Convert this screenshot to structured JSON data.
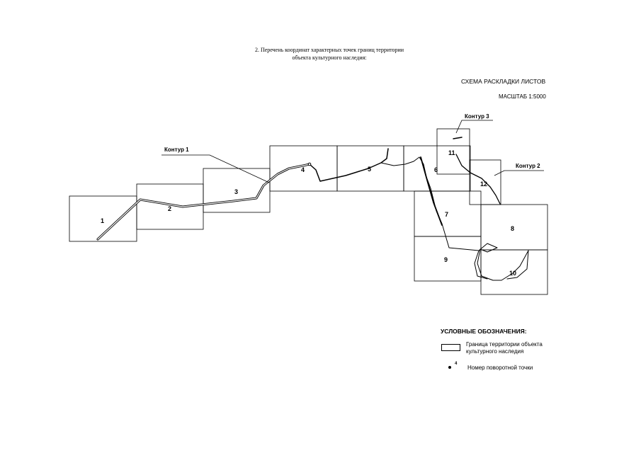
{
  "document": {
    "heading_line1": "2. Перечень координат характерных точек границ территории",
    "heading_line2": "объекта культурного наследия:",
    "scheme_title": "СХЕМА РАСКЛАДКИ ЛИСТОВ",
    "scale": "МАСШТАБ 1:5000"
  },
  "map": {
    "sheets": [
      {
        "label": "1"
      },
      {
        "label": "2"
      },
      {
        "label": "3"
      },
      {
        "label": "4"
      },
      {
        "label": "5"
      },
      {
        "label": "6"
      },
      {
        "label": "7"
      },
      {
        "label": "8"
      },
      {
        "label": "9"
      },
      {
        "label": "10"
      },
      {
        "label": "11"
      },
      {
        "label": "12"
      }
    ],
    "contours": [
      {
        "label": "Контур 1"
      },
      {
        "label": "Контур 2"
      },
      {
        "label": "Контур 3"
      }
    ]
  },
  "legend": {
    "title": "УСЛОВНЫЕ ОБОЗНАЧЕНИЯ:",
    "boundary_label": "Граница территории объекта культурного наследия",
    "point_superscript": "4",
    "point_label": "Номер поворотной точки"
  }
}
